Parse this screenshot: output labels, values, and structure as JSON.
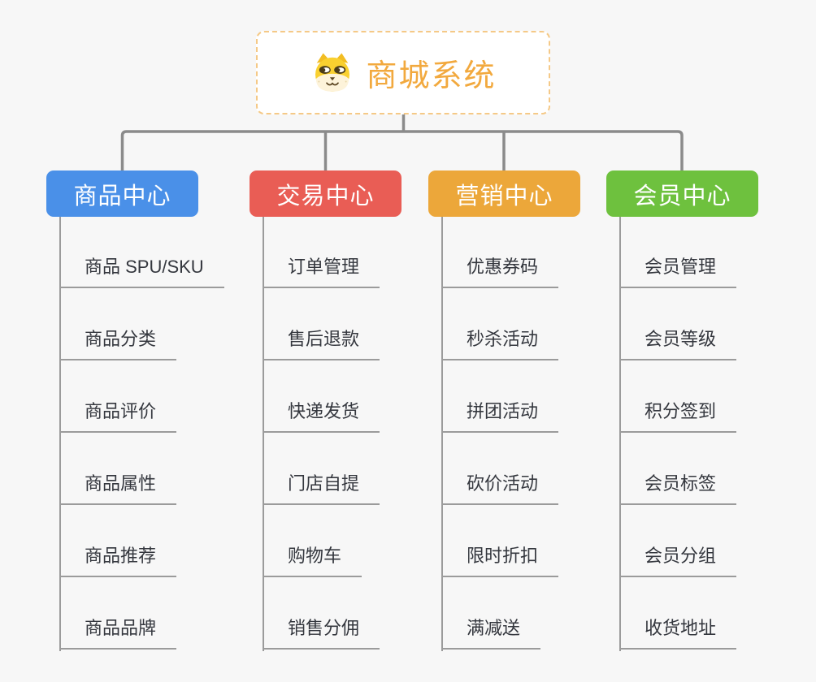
{
  "root": {
    "title": "商城系统",
    "icon": "doge-face-icon"
  },
  "colors": {
    "root_title": "#f2a93e",
    "root_border": "#f5c987",
    "connector_line": "#8b8b8b",
    "leaf_line": "#9b9b9b",
    "leaf_text": "#34373e",
    "background": "#f7f7f7"
  },
  "branches": [
    {
      "label": "商品中心",
      "color": "#4a90e8",
      "children": [
        "商品 SPU/SKU",
        "商品分类",
        "商品评价",
        "商品属性",
        "商品推荐",
        "商品品牌"
      ]
    },
    {
      "label": "交易中心",
      "color": "#e95d55",
      "children": [
        "订单管理",
        "售后退款",
        "快递发货",
        "门店自提",
        "购物车",
        "销售分佣"
      ]
    },
    {
      "label": "营销中心",
      "color": "#eca73a",
      "children": [
        "优惠券码",
        "秒杀活动",
        "拼团活动",
        "砍价活动",
        "限时折扣",
        "满减送"
      ]
    },
    {
      "label": "会员中心",
      "color": "#6ec13e",
      "children": [
        "会员管理",
        "会员等级",
        "积分签到",
        "会员标签",
        "会员分组",
        "收货地址"
      ]
    }
  ]
}
